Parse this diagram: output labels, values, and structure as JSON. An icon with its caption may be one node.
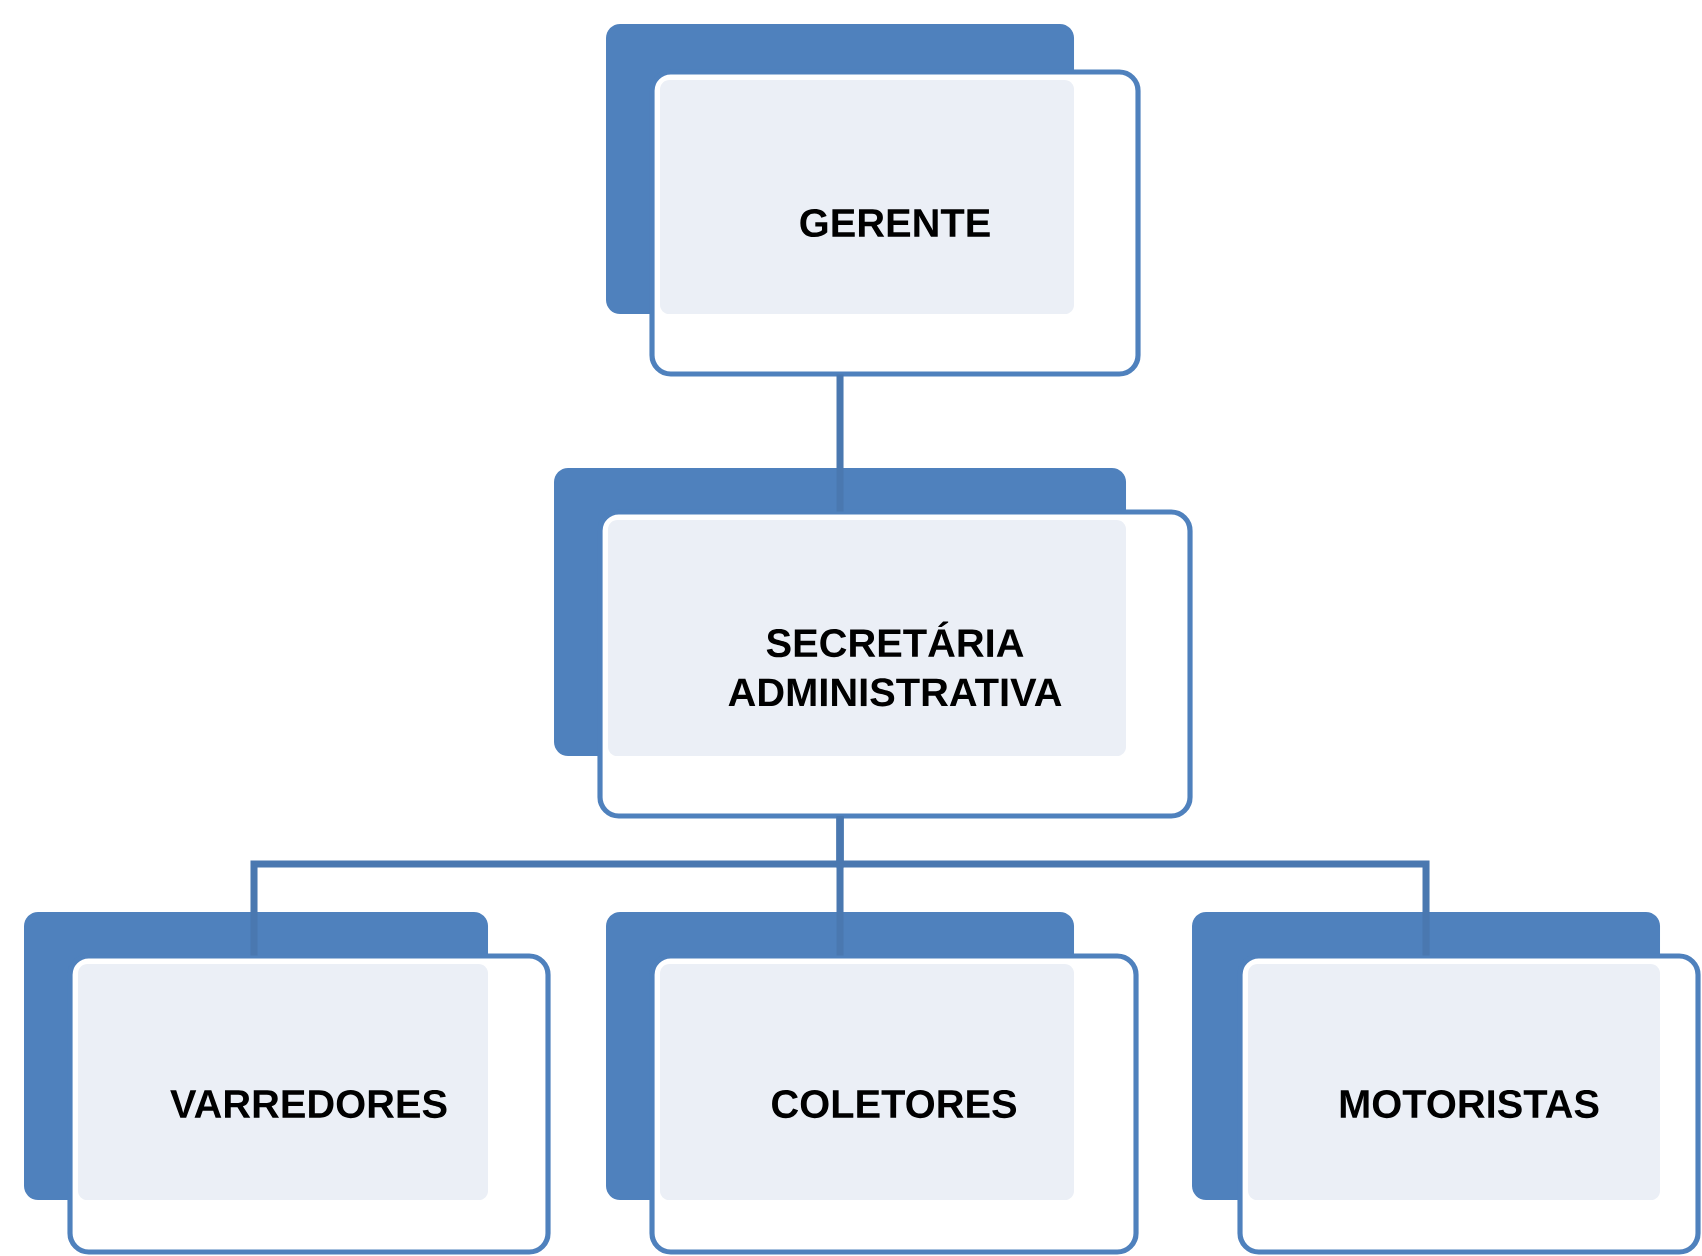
{
  "diagram": {
    "nodes": [
      {
        "text": [
          "GERENTE"
        ]
      },
      {
        "text": [
          "SECRETÁRIA ADMINISTRATIVA"
        ]
      },
      {
        "text": [
          "VARREDORES"
        ]
      },
      {
        "text": [
          "COLETORES"
        ]
      },
      {
        "text": [
          "MOTORISTAS"
        ]
      }
    ],
    "edges": [
      {
        "from": 0,
        "to": 1,
        "arrow": "none"
      },
      {
        "from": 1,
        "to": 2,
        "arrow": "none"
      },
      {
        "from": 1,
        "to": 3,
        "arrow": "none"
      },
      {
        "from": 1,
        "to": 4,
        "arrow": "none"
      }
    ]
  }
}
